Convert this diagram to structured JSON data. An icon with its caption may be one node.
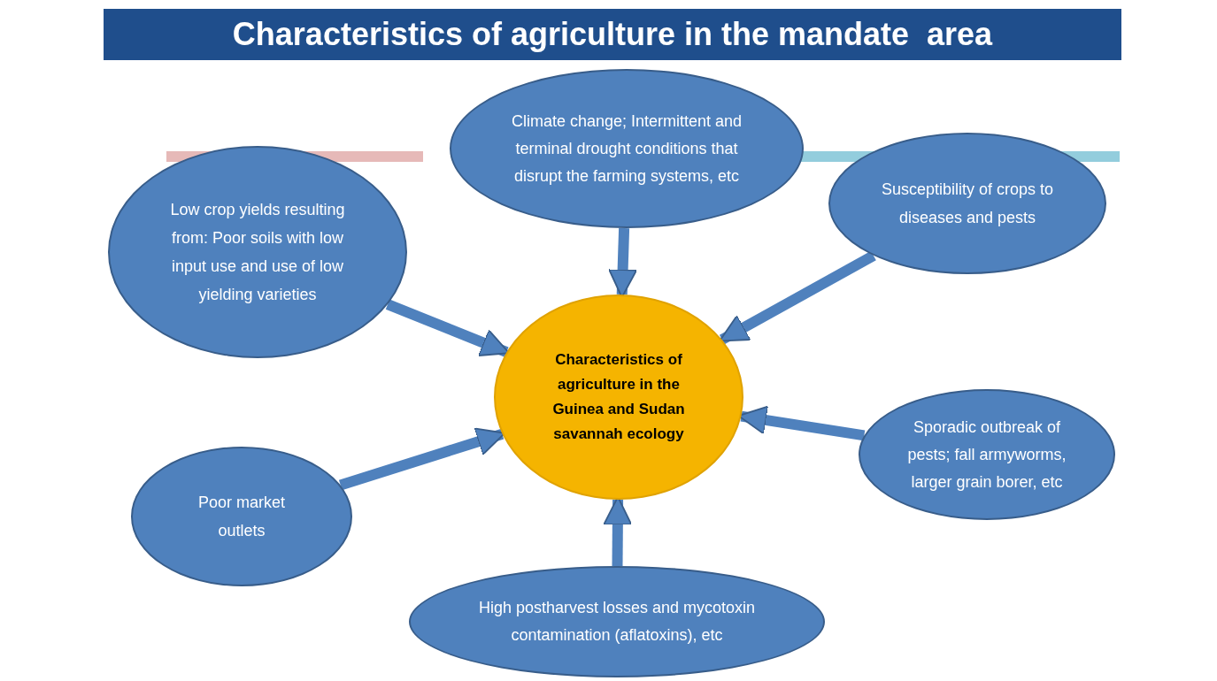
{
  "diagram": {
    "title": "Characteristics of agriculture in the mandate  area",
    "nodes": [
      {
        "text": [
          "Characteristics of agriculture in the Guinea and Sudan savannah ecology"
        ]
      },
      {
        "text": [
          "Climate change; Intermittent and terminal drought conditions that disrupt the farming systems, etc"
        ]
      },
      {
        "text": [
          "Low crop yields resulting from: Poor soils with low input use and use of low yielding varieties"
        ]
      },
      {
        "text": [
          "Susceptibility of crops to diseases and pests"
        ]
      },
      {
        "text": [
          "Poor market outlets"
        ]
      },
      {
        "text": [
          "Sporadic outbreak of pests; fall armyworms, larger grain borer, etc"
        ]
      },
      {
        "text": [
          "High postharvest losses and mycotoxin contamination (aflatoxins), etc"
        ]
      }
    ],
    "edges": [
      {
        "from": 1,
        "to": 0,
        "arrow": "to"
      },
      {
        "from": 2,
        "to": 0,
        "arrow": "to"
      },
      {
        "from": 3,
        "to": 0,
        "arrow": "to"
      },
      {
        "from": 4,
        "to": 0,
        "arrow": "to"
      },
      {
        "from": 5,
        "to": 0,
        "arrow": "to"
      },
      {
        "from": 6,
        "to": 0,
        "arrow": "to"
      }
    ]
  }
}
